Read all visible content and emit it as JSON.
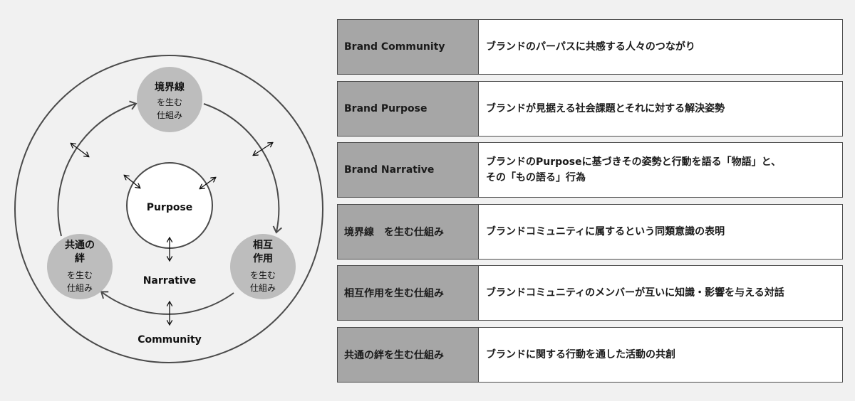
{
  "diagram": {
    "inner_circle": {
      "label": "Purpose"
    },
    "middle_ring": {
      "label": "Narrative"
    },
    "outer_ring": {
      "label": "Community"
    },
    "nodes": [
      {
        "id": "boundary",
        "lines": [
          "境界線"
        ],
        "sub_lines": [
          "を生む",
          "仕組み"
        ]
      },
      {
        "id": "interaction",
        "lines": [
          "相互",
          "作用"
        ],
        "sub_lines": [
          "を生む",
          "仕組み"
        ]
      },
      {
        "id": "bond",
        "lines": [
          "共通の",
          "絆"
        ],
        "sub_lines": [
          "を生む",
          "仕組み"
        ]
      }
    ],
    "colors": {
      "node_fill": "#bdbdbd",
      "line": "#4a4a4a",
      "background": "#f1f1f1"
    }
  },
  "table": {
    "rows": [
      {
        "term": "Brand Community",
        "desc": [
          "ブランドのパーパスに共感する人々のつながり"
        ]
      },
      {
        "term": "Brand Purpose",
        "desc": [
          "ブランドが見据える社会課題とそれに対する解決姿勢"
        ]
      },
      {
        "term": "Brand Narrative",
        "desc": [
          "ブランドのPurposeに基づきその姿勢と行動を語る「物語」と、",
          "その「もの語る」行為"
        ]
      },
      {
        "term": "境界線　を生む仕組み",
        "desc": [
          "ブランドコミュニティに属するという同類意識の表明"
        ]
      },
      {
        "term": "相互作用を生む仕組み",
        "desc": [
          "ブランドコミュニティのメンバーが互いに知識・影響を与える対話"
        ]
      },
      {
        "term": "共通の絆を生む仕組み",
        "desc": [
          "ブランドに関する行動を通した活動の共創"
        ]
      }
    ],
    "colors": {
      "term_fill": "#a6a6a6",
      "desc_fill": "#ffffff",
      "border": "#4a4a4a"
    }
  }
}
